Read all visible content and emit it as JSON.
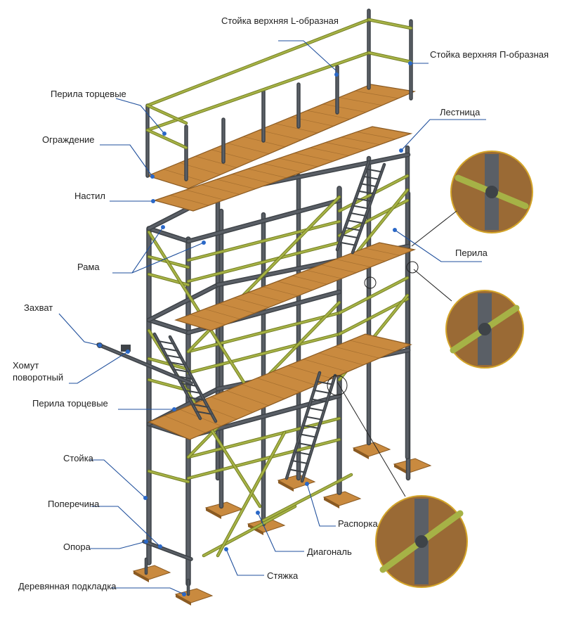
{
  "colors": {
    "pipe": "#5a5f66",
    "pipe_dark": "#3e4348",
    "rail": "#a6b246",
    "rail_dark": "#6f7a1f",
    "wood": "#c98a3f",
    "wood_dark": "#8a5a22",
    "leader": "#1f4f9c",
    "dot": "#2a68c8",
    "callout_ring": "#d4a52a"
  },
  "labels": {
    "top_post_l": "Стойка верхняя L-образная",
    "top_post_p": "Стойка верхняя П-образная",
    "end_rail_top": "Перила торцевые",
    "guard": "Ограждение",
    "ladder": "Лестница",
    "deck": "Настил",
    "rail": "Перила",
    "frame": "Рама",
    "clamp": "Захват",
    "swivel_coupler": "Хомут поворотный",
    "end_rail_bottom": "Перила торцевые",
    "post": "Стойка",
    "crossbar": "Поперечина",
    "base": "Опора",
    "spacer": "Распорка",
    "wood_pad": "Деревянная подкладка",
    "diagonal": "Диагональ",
    "tie": "Стяжка"
  }
}
